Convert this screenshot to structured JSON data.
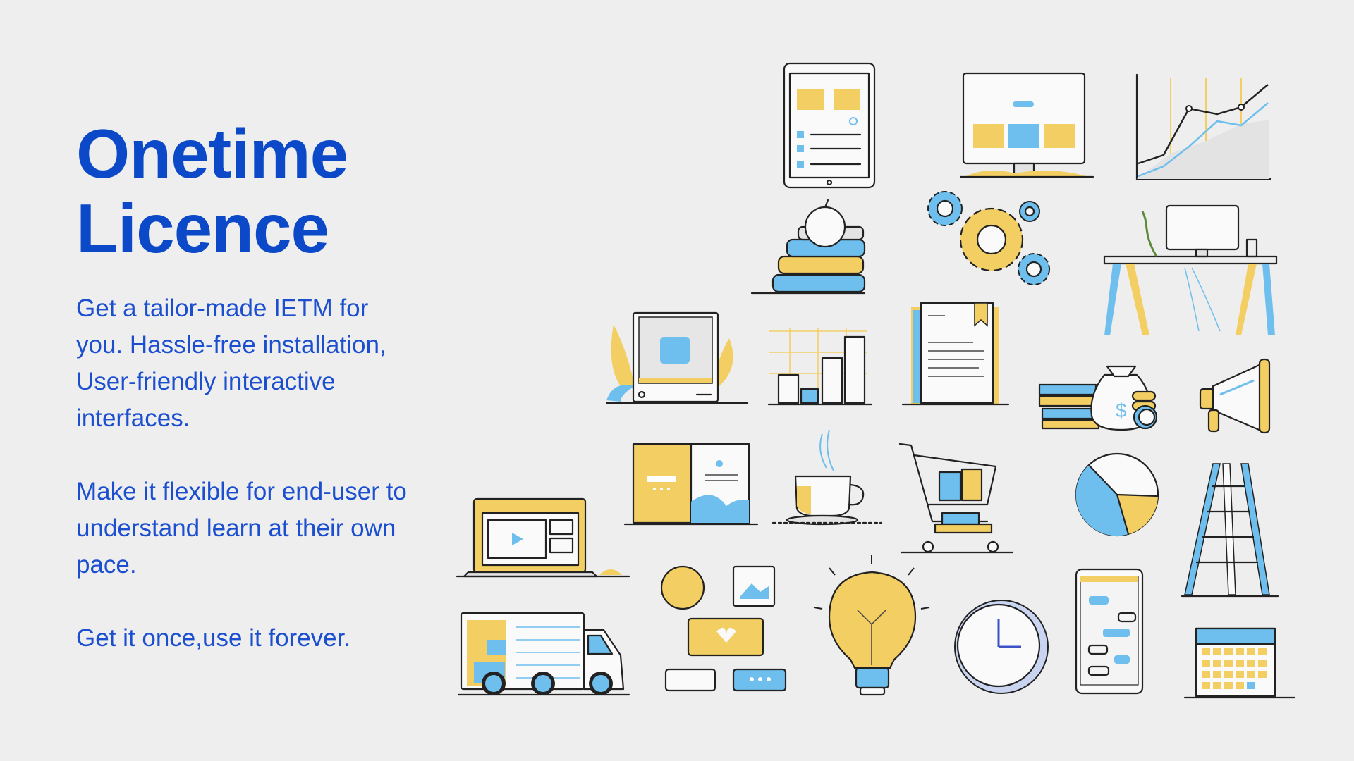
{
  "title": {
    "line1": "Onetime",
    "line2": "Licence"
  },
  "paragraphs": [
    "Get a tailor-made IETM for you. Hassle-free installation, User-friendly interactive interfaces.",
    "Make it flexible for end-user to understand learn at their own pace.",
    "Get it once,use it forever."
  ],
  "colors": {
    "background": "#eeeeee",
    "title": "#0b49c9",
    "body": "#1b4fd0",
    "accent_yellow": "#f3cf63",
    "accent_blue": "#6ebfee"
  },
  "illustrations": [
    "tablet-icon",
    "monitor-icon",
    "line-chart-icon",
    "books-apple-icon",
    "gears-icon",
    "desk-computer-icon",
    "social-post-icon",
    "bar-chart-icon",
    "document-icon",
    "money-bag-icon",
    "megaphone-icon",
    "website-card-icon",
    "coffee-cup-icon",
    "shopping-cart-icon",
    "pie-chart-icon",
    "ladder-icon",
    "laptop-video-icon",
    "chat-bubbles-icon",
    "lightbulb-icon",
    "clock-icon",
    "smartphone-chat-icon",
    "delivery-truck-icon",
    "calendar-icon"
  ]
}
